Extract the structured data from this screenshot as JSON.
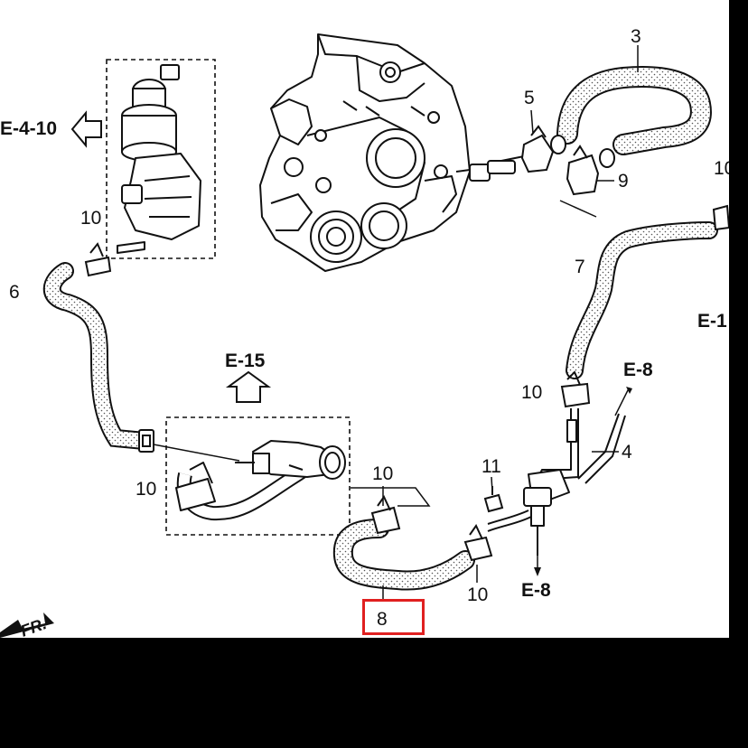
{
  "parts": {
    "p3": "3",
    "p4": "4",
    "p5": "5",
    "p6": "6",
    "p7": "7",
    "p8": "8",
    "p9": "9",
    "p10": "10",
    "p11": "11"
  },
  "refs": {
    "e_4_10": "E-4-10",
    "e_15": "E-15",
    "e_8": "E-8",
    "e_1_partial": "E-1"
  },
  "direction": "FR.",
  "colors": {
    "line": "#111111",
    "highlight": "#e02020",
    "background": "#ffffff",
    "frame": "#000000"
  }
}
